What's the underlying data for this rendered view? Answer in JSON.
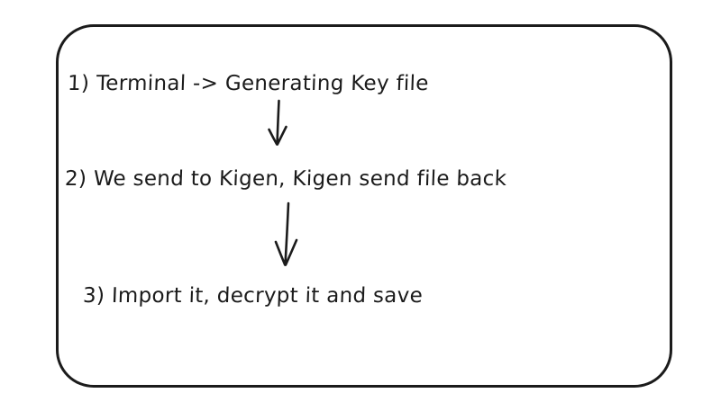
{
  "diagram": {
    "type": "flowchart",
    "style": "hand-drawn",
    "colors": {
      "background": "#ffffff",
      "stroke": "#1b1b1b",
      "text": "#1b1b1b"
    },
    "container": {
      "shape": "rounded-rectangle"
    },
    "steps": [
      {
        "label": "1) Terminal -> Generating Key file"
      },
      {
        "label": "2) We send to Kigen, Kigen send file back"
      },
      {
        "label": "3) Import it, decrypt it and save"
      }
    ],
    "connectors": [
      {
        "name": "arrow-step1-to-step2",
        "direction": "down"
      },
      {
        "name": "arrow-step2-to-step3",
        "direction": "down"
      }
    ]
  }
}
